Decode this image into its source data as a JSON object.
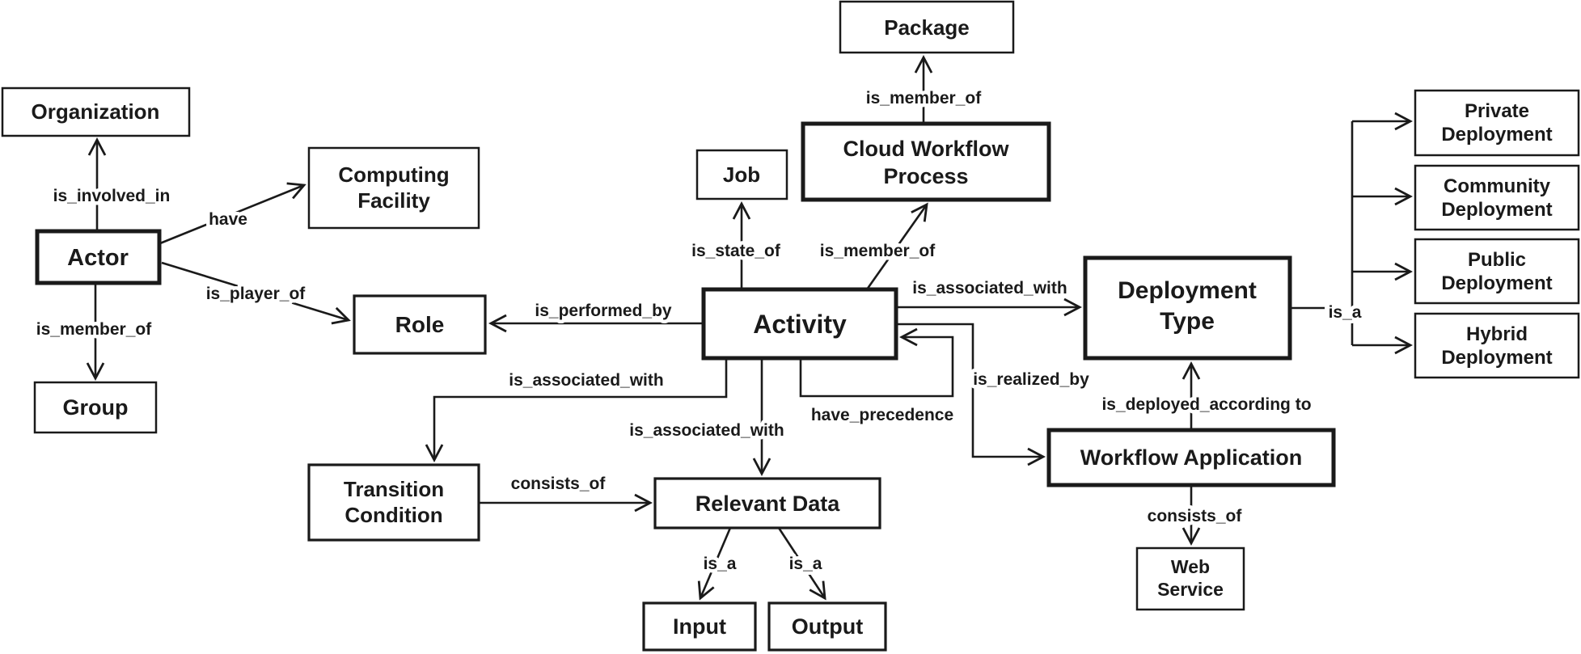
{
  "diagram": {
    "background": "#ffffff",
    "line_color": "#1a1a1a",
    "nodes": {
      "organization": {
        "label": "Organization"
      },
      "actor": {
        "label": "Actor"
      },
      "group": {
        "label": "Group"
      },
      "computing_facility": {
        "lines": [
          "Computing",
          "Facility"
        ]
      },
      "role": {
        "label": "Role"
      },
      "job": {
        "label": "Job"
      },
      "package": {
        "label": "Package"
      },
      "cloud_workflow_process": {
        "lines": [
          "Cloud Workflow",
          "Process"
        ]
      },
      "activity": {
        "label": "Activity"
      },
      "deployment_type": {
        "lines": [
          "Deployment",
          "Type"
        ]
      },
      "private_deployment": {
        "lines": [
          "Private",
          "Deployment"
        ]
      },
      "community_deployment": {
        "lines": [
          "Community",
          "Deployment"
        ]
      },
      "public_deployment": {
        "lines": [
          "Public",
          "Deployment"
        ]
      },
      "hybrid_deployment": {
        "lines": [
          "Hybrid",
          "Deployment"
        ]
      },
      "workflow_application": {
        "label": "Workflow Application"
      },
      "web_service": {
        "lines": [
          "Web",
          "Service"
        ]
      },
      "transition_condition": {
        "lines": [
          "Transition",
          "Condition"
        ]
      },
      "relevant_data": {
        "label": "Relevant Data"
      },
      "input": {
        "label": "Input"
      },
      "output": {
        "label": "Output"
      }
    },
    "edges": {
      "actor_org": {
        "label": "is_involved_in"
      },
      "actor_cf": {
        "label": "have"
      },
      "actor_group": {
        "label": "is_member_of"
      },
      "actor_role": {
        "label": "is_player_of"
      },
      "activity_role": {
        "label": "is_performed_by"
      },
      "activity_job": {
        "label": "is_state_of"
      },
      "activity_cwp": {
        "label": "is_member_of"
      },
      "cwp_package": {
        "label": "is_member_of"
      },
      "activity_dt": {
        "label": "is_associated_with"
      },
      "dt_is_a": {
        "label": "is_a"
      },
      "wa_dt": {
        "label": "is_deployed_according to"
      },
      "activity_wa": {
        "label": "is_realized_by"
      },
      "activity_loop": {
        "label": "have_precedence"
      },
      "activity_tc": {
        "label": "is_associated_with"
      },
      "activity_rd": {
        "label": "is_associated_with"
      },
      "tc_rd": {
        "label": "consists_of"
      },
      "rd_input": {
        "label": "is_a"
      },
      "rd_output": {
        "label": "is_a"
      },
      "wa_ws": {
        "label": "consists_of"
      }
    }
  }
}
